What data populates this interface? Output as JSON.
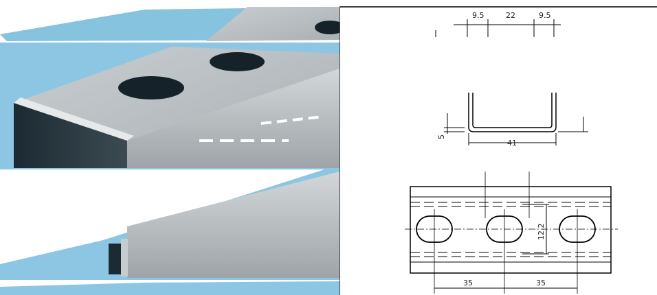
{
  "photo": {
    "description_icon": "galvanized-channel-photo-icon",
    "sky_color": "#8cc6e2",
    "metal_color": "#b9bec2"
  },
  "drawing": {
    "top_view": {
      "dim_left": "9.5",
      "dim_middle": "22",
      "dim_right": "9.5"
    },
    "section_view": {
      "dim_height": "5",
      "dim_width": "41"
    },
    "plan_view": {
      "dim_slot_width": "12.2",
      "dim_pitch_left": "35",
      "dim_pitch_right": "35"
    }
  }
}
